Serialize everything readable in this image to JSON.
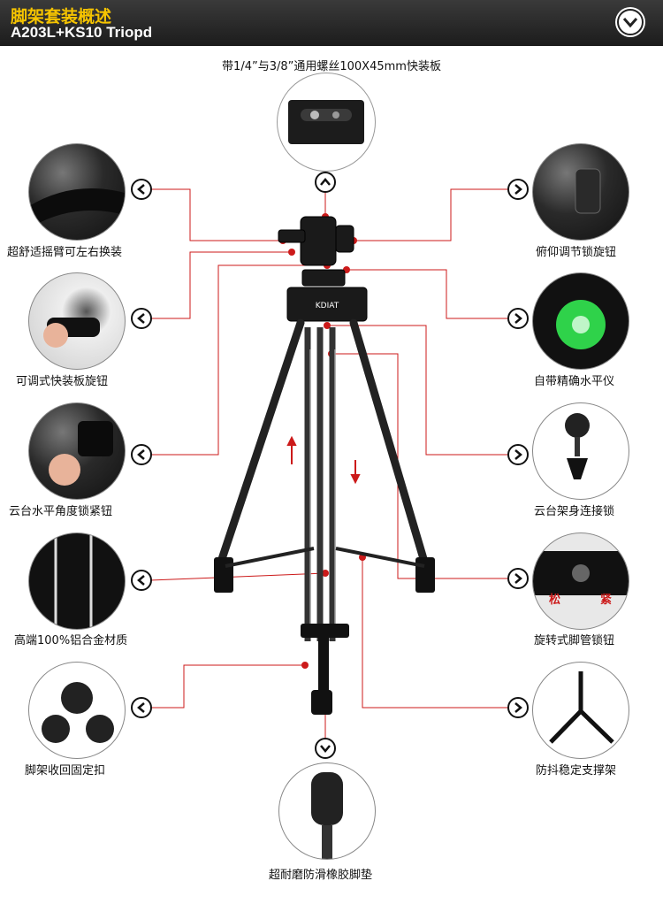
{
  "header": {
    "title": "脚架套装概述",
    "subtitle": "A203L+KS10 Triopd"
  },
  "top_caption": "带1/4”与3/8”通用螺丝100X45mm快装板",
  "features_left": [
    {
      "label": "超舒适摇臂可左右换装"
    },
    {
      "label": "可调式快装板旋钮"
    },
    {
      "label": "云台水平角度锁紧钮"
    },
    {
      "label": "高端100%铝合金材质"
    },
    {
      "label": "脚架收回固定扣"
    }
  ],
  "features_right": [
    {
      "label": "俯仰调节锁旋钮"
    },
    {
      "label": "自带精确水平仪"
    },
    {
      "label": "云台架身连接锁"
    },
    {
      "label": "旋转式脚管锁钮"
    },
    {
      "label": "防抖稳定支撑架"
    }
  ],
  "bottom_caption": "超耐磨防滑橡胶脚垫",
  "tripod_logo": "KDIAT",
  "lock_labels": {
    "loose": "松",
    "tight": "紧"
  },
  "colors": {
    "header_title": "#f6c400",
    "leader_line": "#cc1a1a",
    "header_bg": "#2a2a2a"
  },
  "icons": {
    "header_button": "chevron-down-circle-icon",
    "pointer": "chevron-circle-icon"
  }
}
